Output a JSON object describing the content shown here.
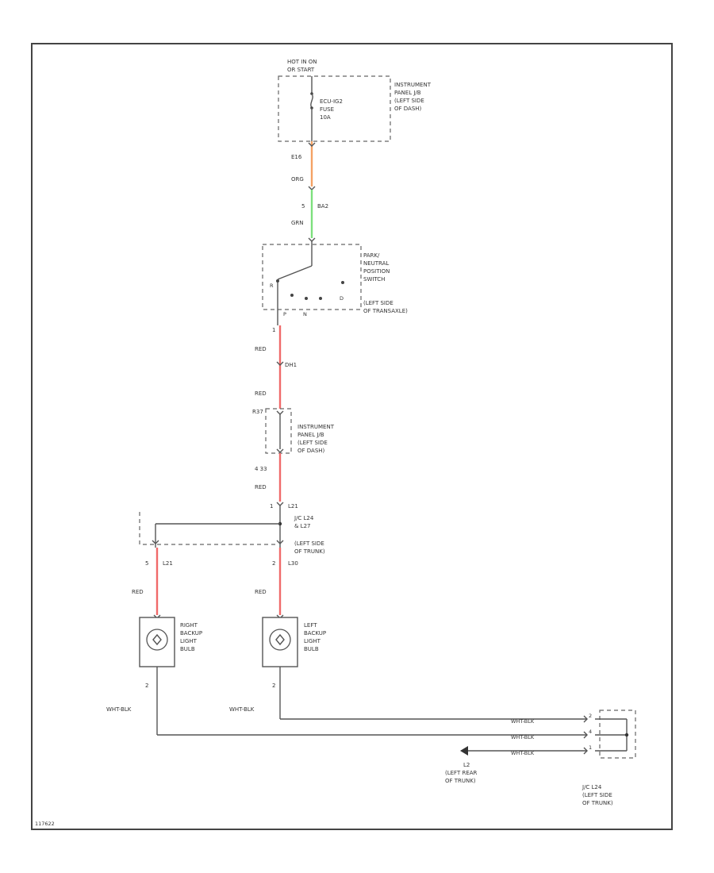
{
  "colors": {
    "orange_wire": "#f4a264",
    "green_wire": "#7de07d",
    "red_wire": "#f06a6a",
    "line": "#555555"
  },
  "fuse_box": {
    "header": [
      "HOT IN ON",
      "OR START"
    ],
    "fuse_label": [
      "ECU-IG2",
      "FUSE",
      "10A"
    ],
    "location": [
      "INSTRUMENT",
      "PANEL J/B",
      "(LEFT SIDE",
      "OF DASH)"
    ]
  },
  "wire1": {
    "connector": "E16",
    "color": "ORG"
  },
  "wire2": {
    "pin": "5",
    "connector": "BA2",
    "color": "GRN"
  },
  "pn_switch": {
    "label": [
      "PARK/",
      "NEUTRAL",
      "POSITION",
      "SWITCH",
      "(LEFT SIDE",
      "OF TRANSAXLE)"
    ],
    "terminals": [
      "R",
      "P",
      "N",
      "D"
    ]
  },
  "wire3": {
    "pin": "1",
    "color": "RED",
    "connector": "DH1"
  },
  "jb2": {
    "color_top": "RED",
    "connector_top": "R37",
    "label": [
      "INSTRUMENT",
      "PANEL J/B",
      "(LEFT SIDE",
      "OF DASH)"
    ],
    "connector_bottom": "4 33",
    "color_bottom": "RED"
  },
  "junction": {
    "pin": "1",
    "connector": "L21",
    "label": [
      "J/C L24",
      "& L27",
      "(LEFT SIDE",
      "OF TRUNK)"
    ]
  },
  "right_lamp": {
    "pin_top": "5",
    "connector": "L21",
    "wire_color": "RED",
    "label": [
      "RIGHT",
      "BACKUP",
      "LIGHT",
      "BULB"
    ],
    "pin_bottom": "2",
    "ground_color": "WHT-BLK"
  },
  "left_lamp": {
    "pin_top": "2",
    "connector": "L30",
    "wire_color": "RED",
    "label": [
      "LEFT",
      "BACKUP",
      "LIGHT",
      "BULB"
    ],
    "pin_bottom": "2",
    "ground_color": "WHT-BLK"
  },
  "ground_block": {
    "wire_labels": [
      "WHT-BLK",
      "WHT-BLK",
      "WHT-BLK"
    ],
    "pins": [
      "2",
      "4",
      "1"
    ],
    "label": [
      "J/C L24",
      "(LEFT SIDE",
      "OF TRUNK)"
    ]
  },
  "ground_point": {
    "id": "L2",
    "label": [
      "(LEFT REAR",
      "OF TRUNK)"
    ]
  },
  "figure_id": "117622"
}
